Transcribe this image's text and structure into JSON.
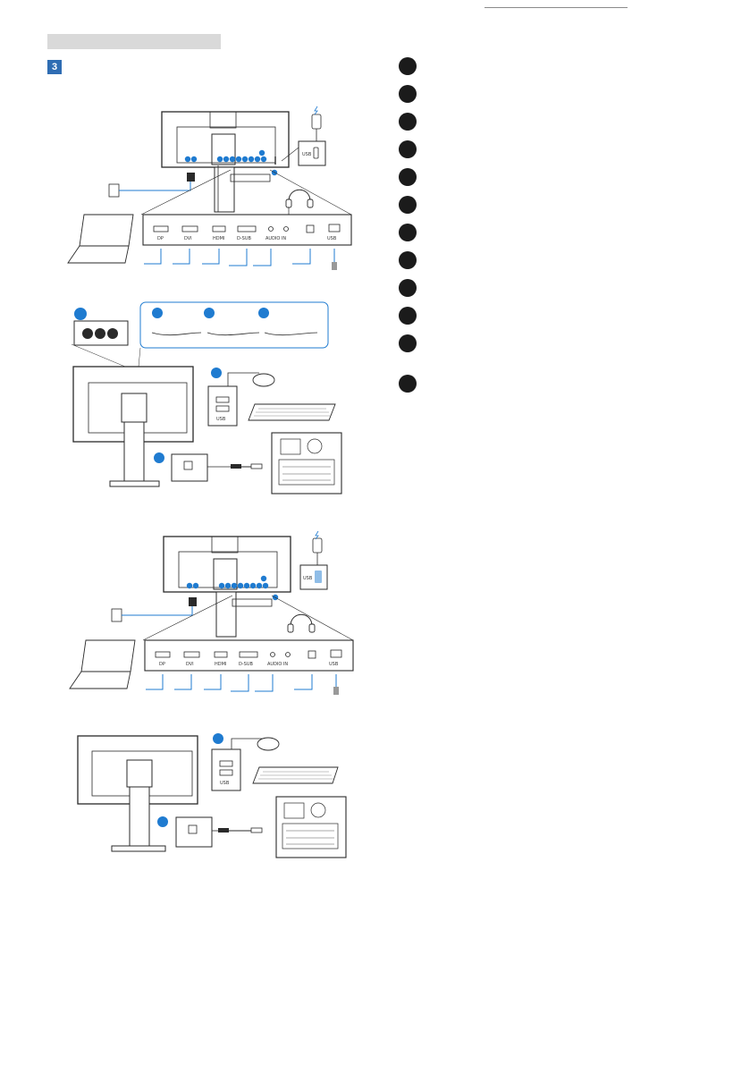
{
  "header": {
    "section_bar": "",
    "step_number": "3"
  },
  "callouts": {
    "count": 12
  },
  "connection_diagram": {
    "ports": [
      "DP",
      "DVI",
      "HDMI",
      "D-SUB",
      "AUDIO IN",
      "headphone",
      "USB-B",
      "USB"
    ],
    "usb_label": "USB",
    "usb_hub_label": "USB"
  },
  "colors": {
    "accent": "#2f6db3",
    "callout": "#1b1b1b",
    "line": "#2a2a2a",
    "cable": "#1f7bd0"
  },
  "icons": [
    "power-bolt-icon",
    "headphone-icon",
    "mouse-icon",
    "keyboard-icon",
    "laptop-icon",
    "pc-tower-icon",
    "usb-stick-icon",
    "power-plug-icon"
  ]
}
